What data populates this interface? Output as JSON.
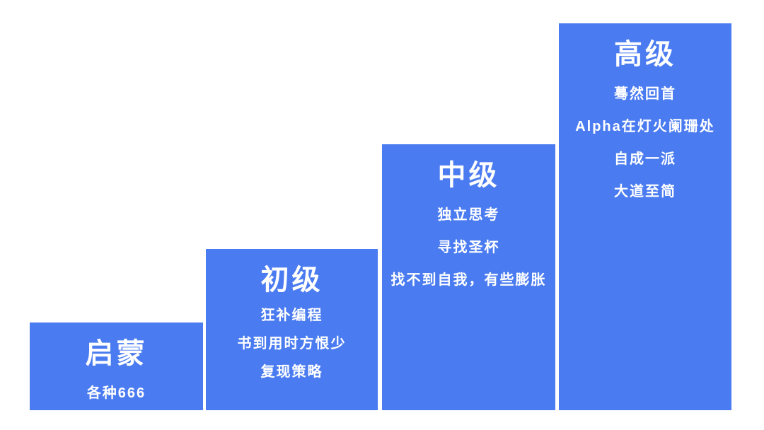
{
  "page": {
    "background_color": "#ffffff",
    "block_color": "#4A7BF0",
    "text_color": "#ffffff"
  },
  "steps": [
    {
      "title": "启蒙",
      "items": [
        "各种666"
      ]
    },
    {
      "title": "初级",
      "items": [
        "狂补编程",
        "书到用时方恨少",
        "复现策略"
      ]
    },
    {
      "title": "中级",
      "items": [
        "独立思考",
        "寻找圣杯",
        "找不到自我，有些膨胀"
      ]
    },
    {
      "title": "高级",
      "items": [
        "蓦然回首",
        "Alpha在灯火阑珊处",
        "自成一派",
        "大道至简"
      ]
    }
  ]
}
